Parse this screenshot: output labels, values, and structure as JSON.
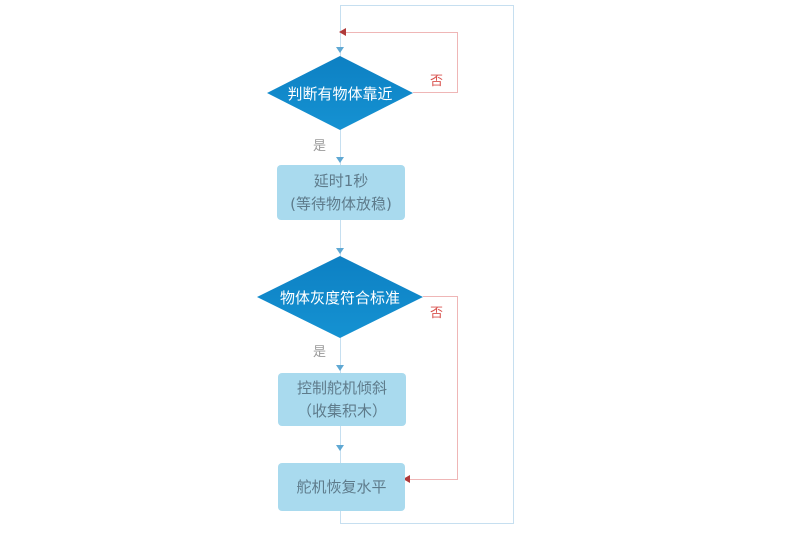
{
  "flowchart": {
    "nodes": [
      {
        "id": "decision-object-near",
        "type": "decision",
        "label": "判断有物体靠近"
      },
      {
        "id": "process-delay",
        "type": "process",
        "lines": [
          "延时1秒",
          "(等待物体放稳)"
        ]
      },
      {
        "id": "decision-gray-standard",
        "type": "decision",
        "label": "物体灰度符合标准"
      },
      {
        "id": "process-servo-tilt",
        "type": "process",
        "lines": [
          "控制舵机倾斜",
          "（收集积木）"
        ]
      },
      {
        "id": "process-servo-level",
        "type": "process",
        "lines": [
          "舵机恢复水平"
        ]
      }
    ],
    "labels": {
      "yes1": "是",
      "no1": "否",
      "yes2": "是",
      "no2": "否"
    },
    "colors": {
      "decision_fill_top": "#0d80c3",
      "decision_fill_bottom": "#1592d2",
      "decision_text": "#ffffff",
      "process_fill": "#a9daee",
      "process_text": "#5e7b8b",
      "loop_line": "#c6dff0",
      "no_line": "#efb6b6",
      "no_text": "#d9534f",
      "yes_text": "#9a9a9a",
      "arrow_blue": "#5fa8d3",
      "arrow_red": "#b03a3a"
    }
  }
}
